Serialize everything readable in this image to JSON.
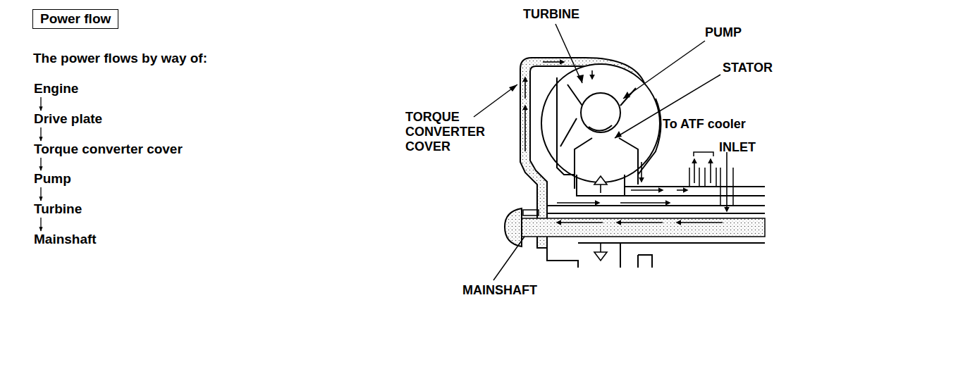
{
  "diagram": {
    "title": "Power flow",
    "nodes": [
      {
        "text": [
          "Engine"
        ]
      },
      {
        "text": [
          "Drive plate"
        ]
      },
      {
        "text": [
          "Torque converter cover"
        ]
      },
      {
        "text": [
          "Pump"
        ]
      },
      {
        "text": [
          "Turbine"
        ]
      },
      {
        "text": [
          "Mainshaft"
        ]
      }
    ],
    "edges": [
      {
        "from": 0,
        "to": 1,
        "arrow": "to"
      },
      {
        "from": 1,
        "to": 2,
        "arrow": "to"
      },
      {
        "from": 2,
        "to": 3,
        "arrow": "to"
      },
      {
        "from": 3,
        "to": 4,
        "arrow": "to"
      },
      {
        "from": 4,
        "to": 5,
        "arrow": "to"
      }
    ],
    "labels": [
      "The power flows by way of:",
      "TURBINE",
      "PUMP",
      "STATOR",
      "TORQUE CONVERTER COVER",
      "To ATF cooler",
      "INLET",
      "MAINSHAFT"
    ]
  }
}
